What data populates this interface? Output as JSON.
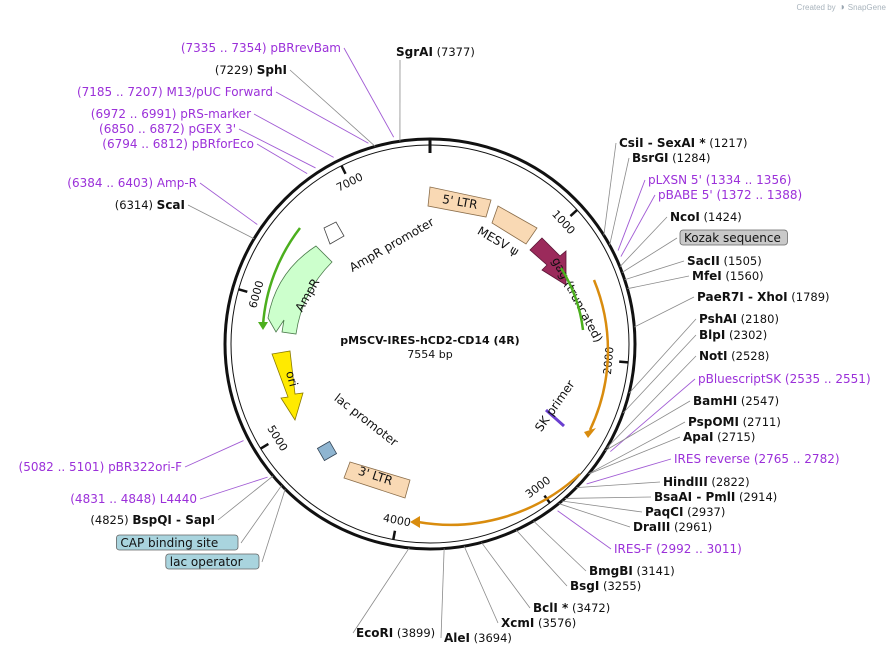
{
  "brand": {
    "text": "Created by",
    "product": "SnapGene"
  },
  "plasmid": {
    "name": "pMSCV-IRES-hCD2-CD14 (4R)",
    "length_label": "7554 bp"
  },
  "ticks": [
    {
      "label": "1000",
      "pos": 1000
    },
    {
      "label": "2000",
      "pos": 2000
    },
    {
      "label": "3000",
      "pos": 3000
    },
    {
      "label": "4000",
      "pos": 4000
    },
    {
      "label": "5000",
      "pos": 5000
    },
    {
      "label": "6000",
      "pos": 6000
    },
    {
      "label": "7000",
      "pos": 7000
    }
  ],
  "features": [
    {
      "name": "5' LTR",
      "label": "5' LTR",
      "color": "#f9d9b4"
    },
    {
      "name": "MESV psi",
      "label": "MESV ψ",
      "color": "#f9d9b4"
    },
    {
      "name": "gag (truncated)",
      "label": "gag (truncated)",
      "color": "#9b2a5b"
    },
    {
      "name": "SK primer",
      "label": "SK primer",
      "color": "#6a3fd0"
    },
    {
      "name": "3' LTR",
      "label": "3' LTR",
      "color": "#f9d9b4"
    },
    {
      "name": "lac promoter",
      "label": "lac promoter",
      "color": "#a6a6a6"
    },
    {
      "name": "ori",
      "label": "ori",
      "color": "#ffea00"
    },
    {
      "name": "AmpR",
      "label": "AmpR",
      "color": "#ccffcc"
    },
    {
      "name": "AmpR promoter",
      "label": "AmpR promoter",
      "color": "#ffffff"
    }
  ],
  "sites": {
    "top": [
      {
        "name": "SgrAI",
        "pos": "(7377)"
      }
    ],
    "right": [
      {
        "name": "CsiI",
        "name2": "SexAI *",
        "pos": "(1217)",
        "primer": false
      },
      {
        "name": "BsrGI",
        "pos": "(1284)",
        "primer": false
      },
      {
        "name": "pLXSN 5'",
        "pos": "(1334 .. 1356)",
        "primer": true
      },
      {
        "name": "pBABE 5'",
        "pos": "(1372 .. 1388)",
        "primer": true
      },
      {
        "name": "NcoI",
        "pos": "(1424)",
        "primer": false
      },
      {
        "name": "Kozak sequence",
        "pos": "",
        "primer": false,
        "boxed": true
      },
      {
        "name": "SacII",
        "pos": "(1505)",
        "primer": false
      },
      {
        "name": "MfeI",
        "pos": "(1560)",
        "primer": false
      },
      {
        "name": "PaeR7I",
        "name2": "XhoI",
        "pos": "(1789)",
        "primer": false
      },
      {
        "name": "PshAI",
        "pos": "(2180)",
        "primer": false
      },
      {
        "name": "BlpI",
        "pos": "(2302)",
        "primer": false
      },
      {
        "name": "NotI",
        "pos": "(2528)",
        "primer": false
      },
      {
        "name": "pBluescriptSK",
        "pos": "(2535 .. 2551)",
        "primer": true
      },
      {
        "name": "BamHI",
        "pos": "(2547)",
        "primer": false
      },
      {
        "name": "PspOMI",
        "pos": "(2711)",
        "primer": false
      },
      {
        "name": "ApaI",
        "pos": "(2715)",
        "primer": false
      },
      {
        "name": "IRES reverse",
        "pos": "(2765 .. 2782)",
        "primer": true
      },
      {
        "name": "HindIII",
        "pos": "(2822)",
        "primer": false
      },
      {
        "name": "BsaAI",
        "name2": "PmlI",
        "pos": "(2914)",
        "primer": false
      },
      {
        "name": "PaqCI",
        "pos": "(2937)",
        "primer": false
      },
      {
        "name": "DraIII",
        "pos": "(2961)",
        "primer": false
      },
      {
        "name": "IRES-F",
        "pos": "(2992 .. 3011)",
        "primer": true
      },
      {
        "name": "BmgBI",
        "pos": "(3141)",
        "primer": false
      },
      {
        "name": "BsgI",
        "pos": "(3255)",
        "primer": false
      },
      {
        "name": "BclI *",
        "pos": "(3472)",
        "primer": false
      },
      {
        "name": "XcmI",
        "pos": "(3576)",
        "primer": false
      },
      {
        "name": "AleI",
        "pos": "(3694)",
        "primer": false
      },
      {
        "name": "EcoRI",
        "pos": "(3899)",
        "primer": false
      }
    ],
    "left": [
      {
        "name": "pBRrevBam",
        "pos": "(7335 .. 7354)",
        "primer": true
      },
      {
        "name": "SphI",
        "pos": "(7229)",
        "primer": false
      },
      {
        "name": "M13/pUC Forward",
        "pos": "(7185 .. 7207)",
        "primer": true
      },
      {
        "name": "pRS-marker",
        "pos": "(6972 .. 6991)",
        "primer": true
      },
      {
        "name": "pGEX 3'",
        "pos": "(6850 .. 6872)",
        "primer": true
      },
      {
        "name": "pBRforEco",
        "pos": "(6794 .. 6812)",
        "primer": true
      },
      {
        "name": "Amp-R",
        "pos": "(6384 .. 6403)",
        "primer": true
      },
      {
        "name": "ScaI",
        "pos": "(6314)",
        "primer": false
      },
      {
        "name": "pBR322ori-F",
        "pos": "(5082 .. 5101)",
        "primer": true
      },
      {
        "name": "L4440",
        "pos": "(4831 .. 4848)",
        "primer": true
      },
      {
        "name": "BspQI",
        "name2": "SapI",
        "pos": "(4825)",
        "primer": false
      },
      {
        "name": "CAP binding site",
        "pos": "",
        "primer": false,
        "boxed": true
      },
      {
        "name": "lac operator",
        "pos": "",
        "primer": false,
        "boxed": true
      }
    ]
  }
}
